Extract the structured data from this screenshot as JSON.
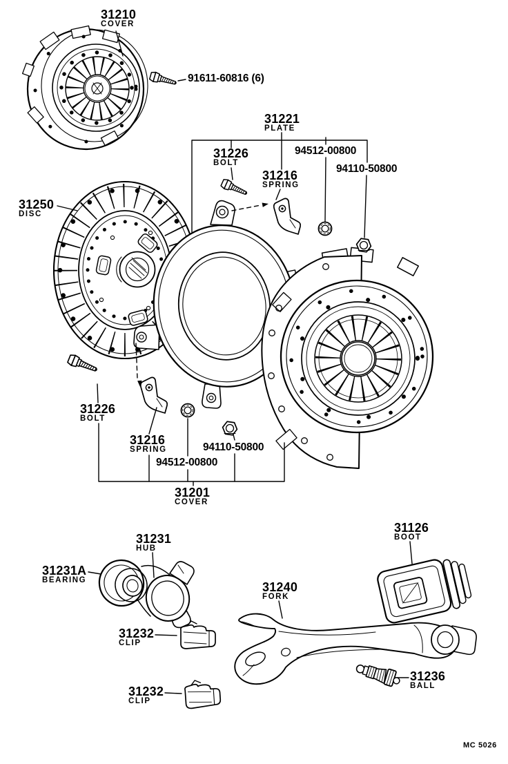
{
  "page": {
    "background": "#ffffff",
    "ink_color": "#000000",
    "footer_code": "MC 5026"
  },
  "callouts": [
    {
      "no": "31210",
      "name": "COVER"
    },
    {
      "no": "91611-60816 (6)",
      "name": ""
    },
    {
      "no": "31221",
      "name": "PLATE"
    },
    {
      "no": "31226",
      "name": "BOLT"
    },
    {
      "no": "94512-00800",
      "name": ""
    },
    {
      "no": "94110-50800",
      "name": ""
    },
    {
      "no": "31216",
      "name": "SPRING"
    },
    {
      "no": "31250",
      "name": "DISC"
    },
    {
      "no": "31226",
      "name": "BOLT"
    },
    {
      "no": "31216",
      "name": "SPRING"
    },
    {
      "no": "94512-00800",
      "name": ""
    },
    {
      "no": "94110-50800",
      "name": ""
    },
    {
      "no": "31201",
      "name": "COVER"
    },
    {
      "no": "31126",
      "name": "BOOT"
    },
    {
      "no": "31231",
      "name": "HUB"
    },
    {
      "no": "31231A",
      "name": "BEARING"
    },
    {
      "no": "31232",
      "name": "CLIP"
    },
    {
      "no": "31240",
      "name": "FORK"
    },
    {
      "no": "31232",
      "name": "CLIP"
    },
    {
      "no": "31236",
      "name": "BALL"
    }
  ]
}
